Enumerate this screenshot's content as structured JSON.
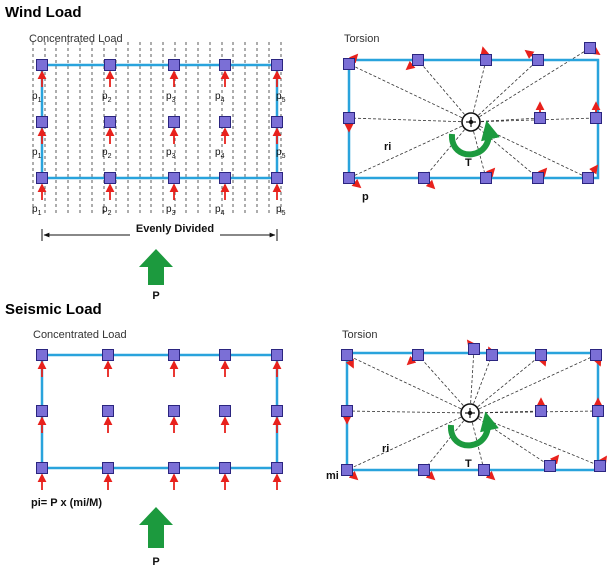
{
  "colors": {
    "section_title": "#1a9e3a",
    "frame": "#29a3dc",
    "node_fill": "#7b6fd6",
    "node_stroke": "#2b2580",
    "arrow": "#e8211c",
    "big_arrow": "#1c9a3e",
    "dashed": "#333333"
  },
  "wind": {
    "title": "Wind Load",
    "concentrated": {
      "title": "Concentrated Load",
      "load_labels": [
        "p1",
        "p2",
        "p3",
        "p4",
        "p5"
      ],
      "span_label": "Evenly Divided",
      "resultant_label": "P"
    },
    "torsion": {
      "title": "Torsion",
      "radius_label": "ri",
      "moment_label": "T",
      "force_label": "p"
    }
  },
  "seismic": {
    "title": "Seismic Load",
    "concentrated": {
      "title": "Concentrated Load",
      "formula": "pi= P x (mi/M)",
      "resultant_label": "P"
    },
    "torsion": {
      "title": "Torsion",
      "radius_label": "ri",
      "moment_label": "T",
      "mass_label": "mi"
    }
  }
}
